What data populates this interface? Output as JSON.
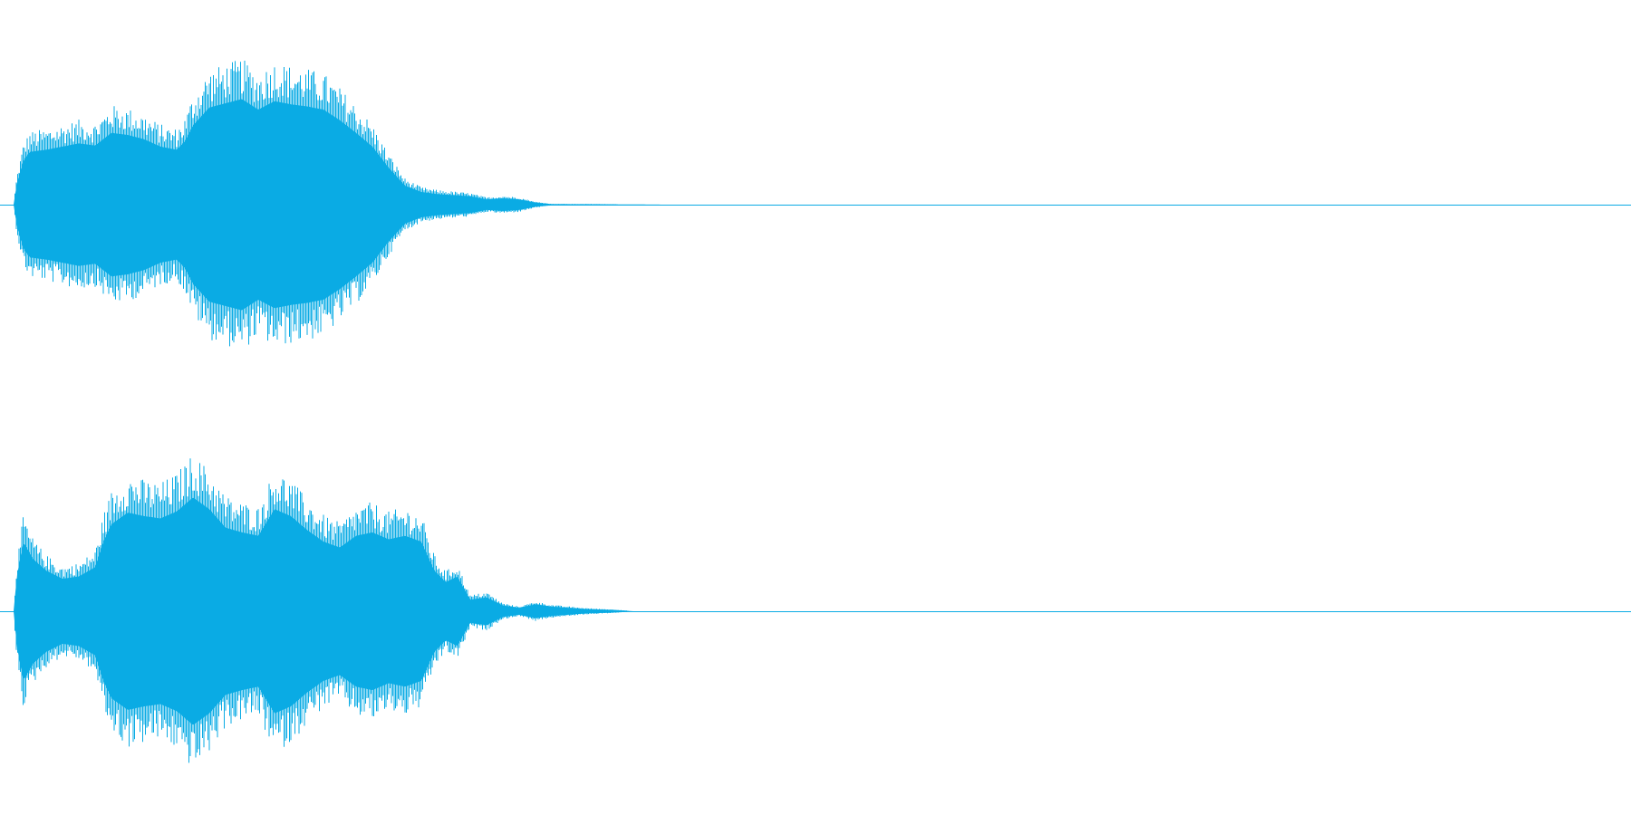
{
  "waveform": {
    "color": "#0aabe4",
    "channels": [
      {
        "name": "",
        "envelope": [
          [
            0.0,
            0.0
          ],
          [
            0.002,
            0.2
          ],
          [
            0.006,
            0.42
          ],
          [
            0.01,
            0.5
          ],
          [
            0.02,
            0.52
          ],
          [
            0.03,
            0.55
          ],
          [
            0.04,
            0.58
          ],
          [
            0.05,
            0.56
          ],
          [
            0.055,
            0.62
          ],
          [
            0.06,
            0.68
          ],
          [
            0.07,
            0.66
          ],
          [
            0.08,
            0.62
          ],
          [
            0.09,
            0.55
          ],
          [
            0.1,
            0.52
          ],
          [
            0.105,
            0.6
          ],
          [
            0.11,
            0.75
          ],
          [
            0.12,
            0.92
          ],
          [
            0.13,
            0.96
          ],
          [
            0.14,
            1.0
          ],
          [
            0.15,
            0.9
          ],
          [
            0.16,
            0.98
          ],
          [
            0.17,
            0.95
          ],
          [
            0.18,
            0.93
          ],
          [
            0.19,
            0.9
          ],
          [
            0.2,
            0.8
          ],
          [
            0.21,
            0.68
          ],
          [
            0.22,
            0.55
          ],
          [
            0.23,
            0.35
          ],
          [
            0.24,
            0.18
          ],
          [
            0.25,
            0.12
          ],
          [
            0.26,
            0.1
          ],
          [
            0.27,
            0.09
          ],
          [
            0.28,
            0.08
          ],
          [
            0.29,
            0.05
          ],
          [
            0.3,
            0.06
          ],
          [
            0.31,
            0.05
          ],
          [
            0.32,
            0.02
          ],
          [
            0.33,
            0.005
          ],
          [
            0.36,
            0.004
          ],
          [
            0.38,
            0.002
          ],
          [
            0.4,
            0.0
          ]
        ]
      },
      {
        "name": "",
        "envelope": [
          [
            0.0,
            0.0
          ],
          [
            0.002,
            0.3
          ],
          [
            0.006,
            0.6
          ],
          [
            0.012,
            0.45
          ],
          [
            0.02,
            0.35
          ],
          [
            0.03,
            0.28
          ],
          [
            0.04,
            0.3
          ],
          [
            0.05,
            0.38
          ],
          [
            0.055,
            0.6
          ],
          [
            0.06,
            0.75
          ],
          [
            0.07,
            0.85
          ],
          [
            0.08,
            0.82
          ],
          [
            0.09,
            0.8
          ],
          [
            0.1,
            0.86
          ],
          [
            0.11,
            0.98
          ],
          [
            0.12,
            0.88
          ],
          [
            0.13,
            0.72
          ],
          [
            0.14,
            0.68
          ],
          [
            0.15,
            0.65
          ],
          [
            0.16,
            0.88
          ],
          [
            0.17,
            0.82
          ],
          [
            0.18,
            0.7
          ],
          [
            0.19,
            0.6
          ],
          [
            0.2,
            0.55
          ],
          [
            0.21,
            0.65
          ],
          [
            0.22,
            0.68
          ],
          [
            0.23,
            0.62
          ],
          [
            0.24,
            0.65
          ],
          [
            0.25,
            0.6
          ],
          [
            0.258,
            0.35
          ],
          [
            0.265,
            0.25
          ],
          [
            0.272,
            0.3
          ],
          [
            0.28,
            0.1
          ],
          [
            0.29,
            0.12
          ],
          [
            0.3,
            0.05
          ],
          [
            0.31,
            0.03
          ],
          [
            0.32,
            0.06
          ],
          [
            0.33,
            0.04
          ],
          [
            0.35,
            0.02
          ],
          [
            0.37,
            0.01
          ],
          [
            0.38,
            0.0
          ]
        ]
      }
    ]
  }
}
